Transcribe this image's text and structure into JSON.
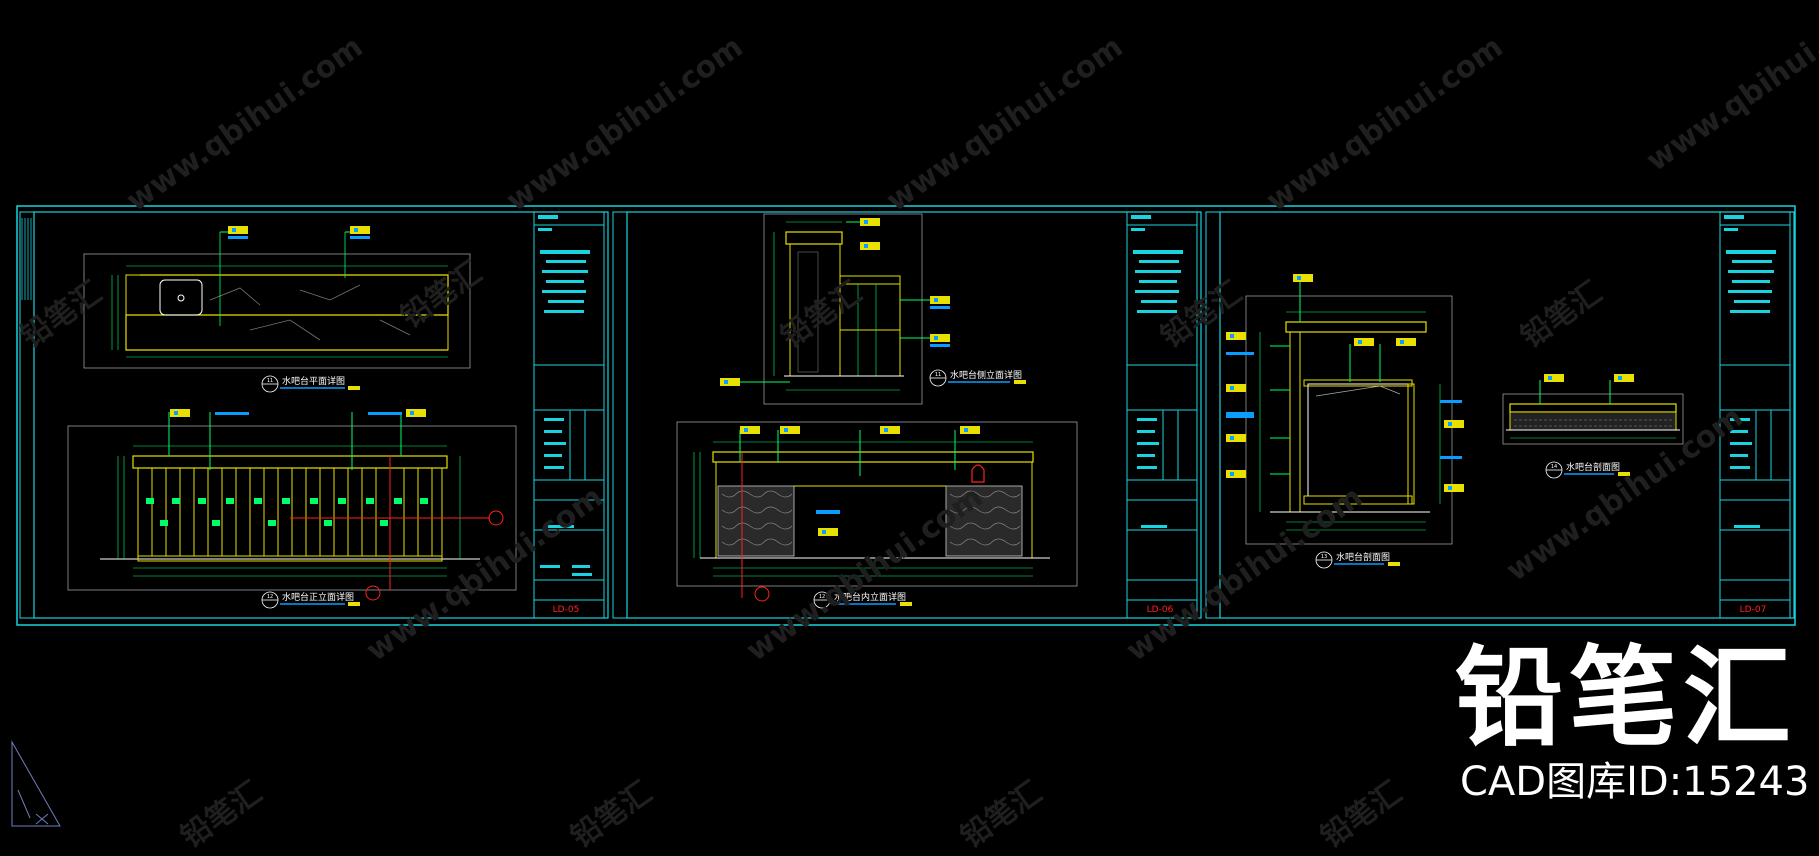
{
  "watermark": {
    "url": "www.qbihui.com",
    "chinese": "铅笔汇"
  },
  "brand": {
    "logo_text": "铅笔汇",
    "cad_id": "CAD图库ID:15243"
  },
  "sheets": [
    {
      "sheet_no": "LD-05",
      "views": [
        {
          "num": "11",
          "title": "水吧台平面详图"
        },
        {
          "num": "12",
          "title": "水吧台正立面详图"
        }
      ]
    },
    {
      "sheet_no": "LD-06",
      "views": [
        {
          "num": "11",
          "title": "水吧台侧立面详图"
        },
        {
          "num": "12",
          "title": "水吧台内立面详图"
        }
      ]
    },
    {
      "sheet_no": "LD-07",
      "views": [
        {
          "num": "13",
          "title": "水吧台剖面图"
        },
        {
          "num": "14",
          "title": "水吧台剖面图"
        }
      ]
    }
  ],
  "colors": {
    "frame": "#19d3e0",
    "line": "#e8e000",
    "dim": "#00ff66",
    "accent": "#ff2020",
    "label": "#0b9cff",
    "white": "#ffffff"
  }
}
